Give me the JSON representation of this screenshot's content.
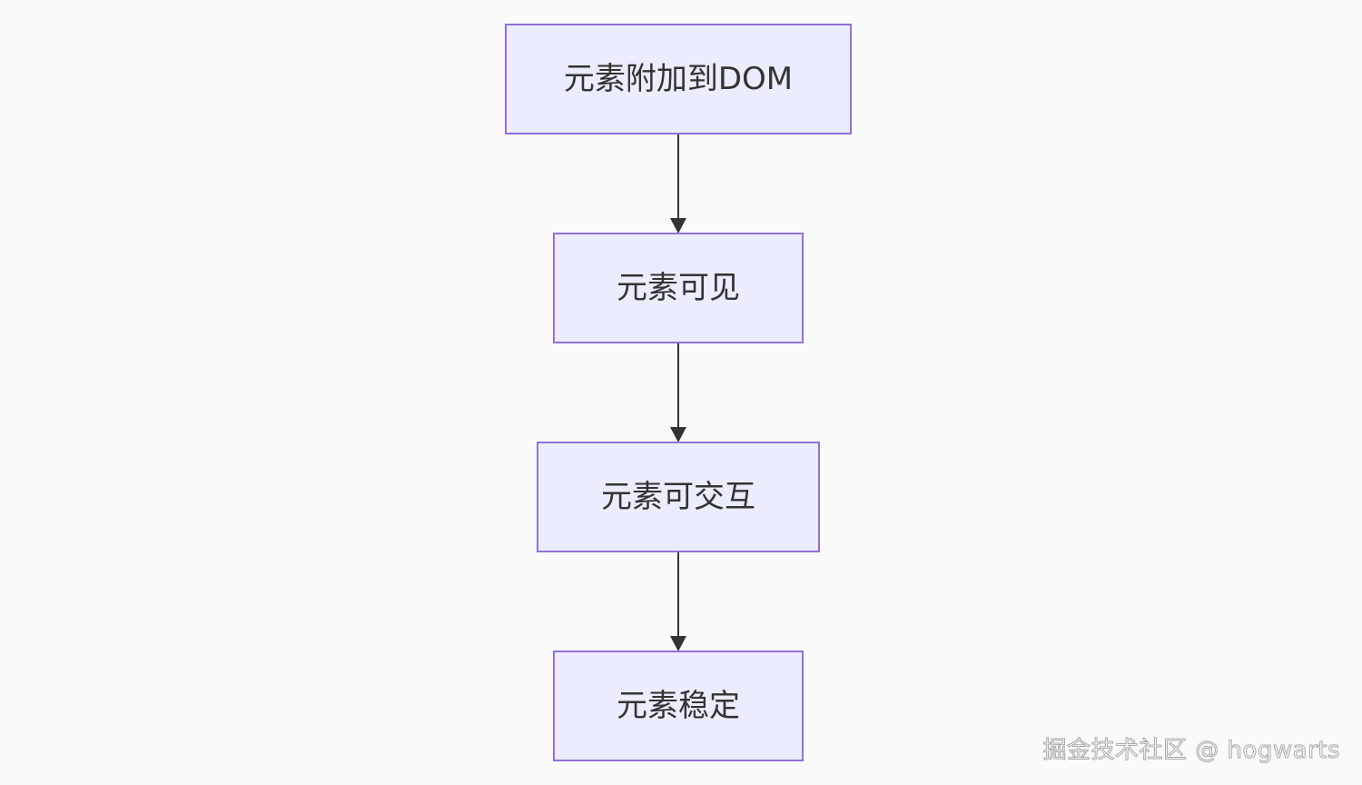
{
  "nodes": [
    {
      "label": "元素附加到DOM"
    },
    {
      "label": "元素可见"
    },
    {
      "label": "元素可交互"
    },
    {
      "label": "元素稳定"
    }
  ],
  "edges": [
    {
      "from": 0,
      "to": 1
    },
    {
      "from": 1,
      "to": 2
    },
    {
      "from": 2,
      "to": 3
    }
  ],
  "watermark": "掘金技术社区 @ hogwarts",
  "colors": {
    "background": "#fafafa",
    "node_fill": "#ececff",
    "node_stroke": "#9370db",
    "edge": "#333333",
    "text": "#333333"
  }
}
